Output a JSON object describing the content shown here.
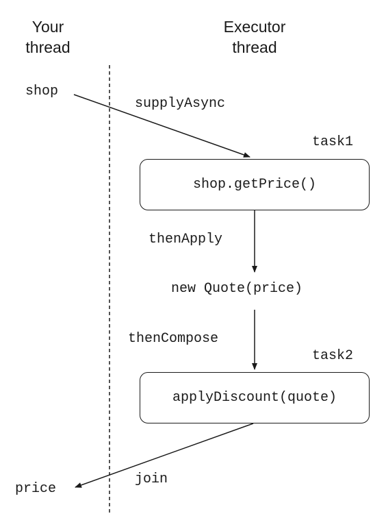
{
  "columns": {
    "your_thread": {
      "line1": "Your",
      "line2": "thread"
    },
    "executor_thread": {
      "line1": "Executor",
      "line2": "thread"
    }
  },
  "flow": {
    "start_label": "shop",
    "supply_label": "supplyAsync",
    "task1_label": "task1",
    "task1_box": "shop.getPrice()",
    "then_apply_label": "thenApply",
    "quote_node": "new Quote(price)",
    "then_compose_label": "thenCompose",
    "task2_label": "task2",
    "task2_box": "applyDiscount(quote)",
    "join_label": "join",
    "end_label": "price"
  }
}
